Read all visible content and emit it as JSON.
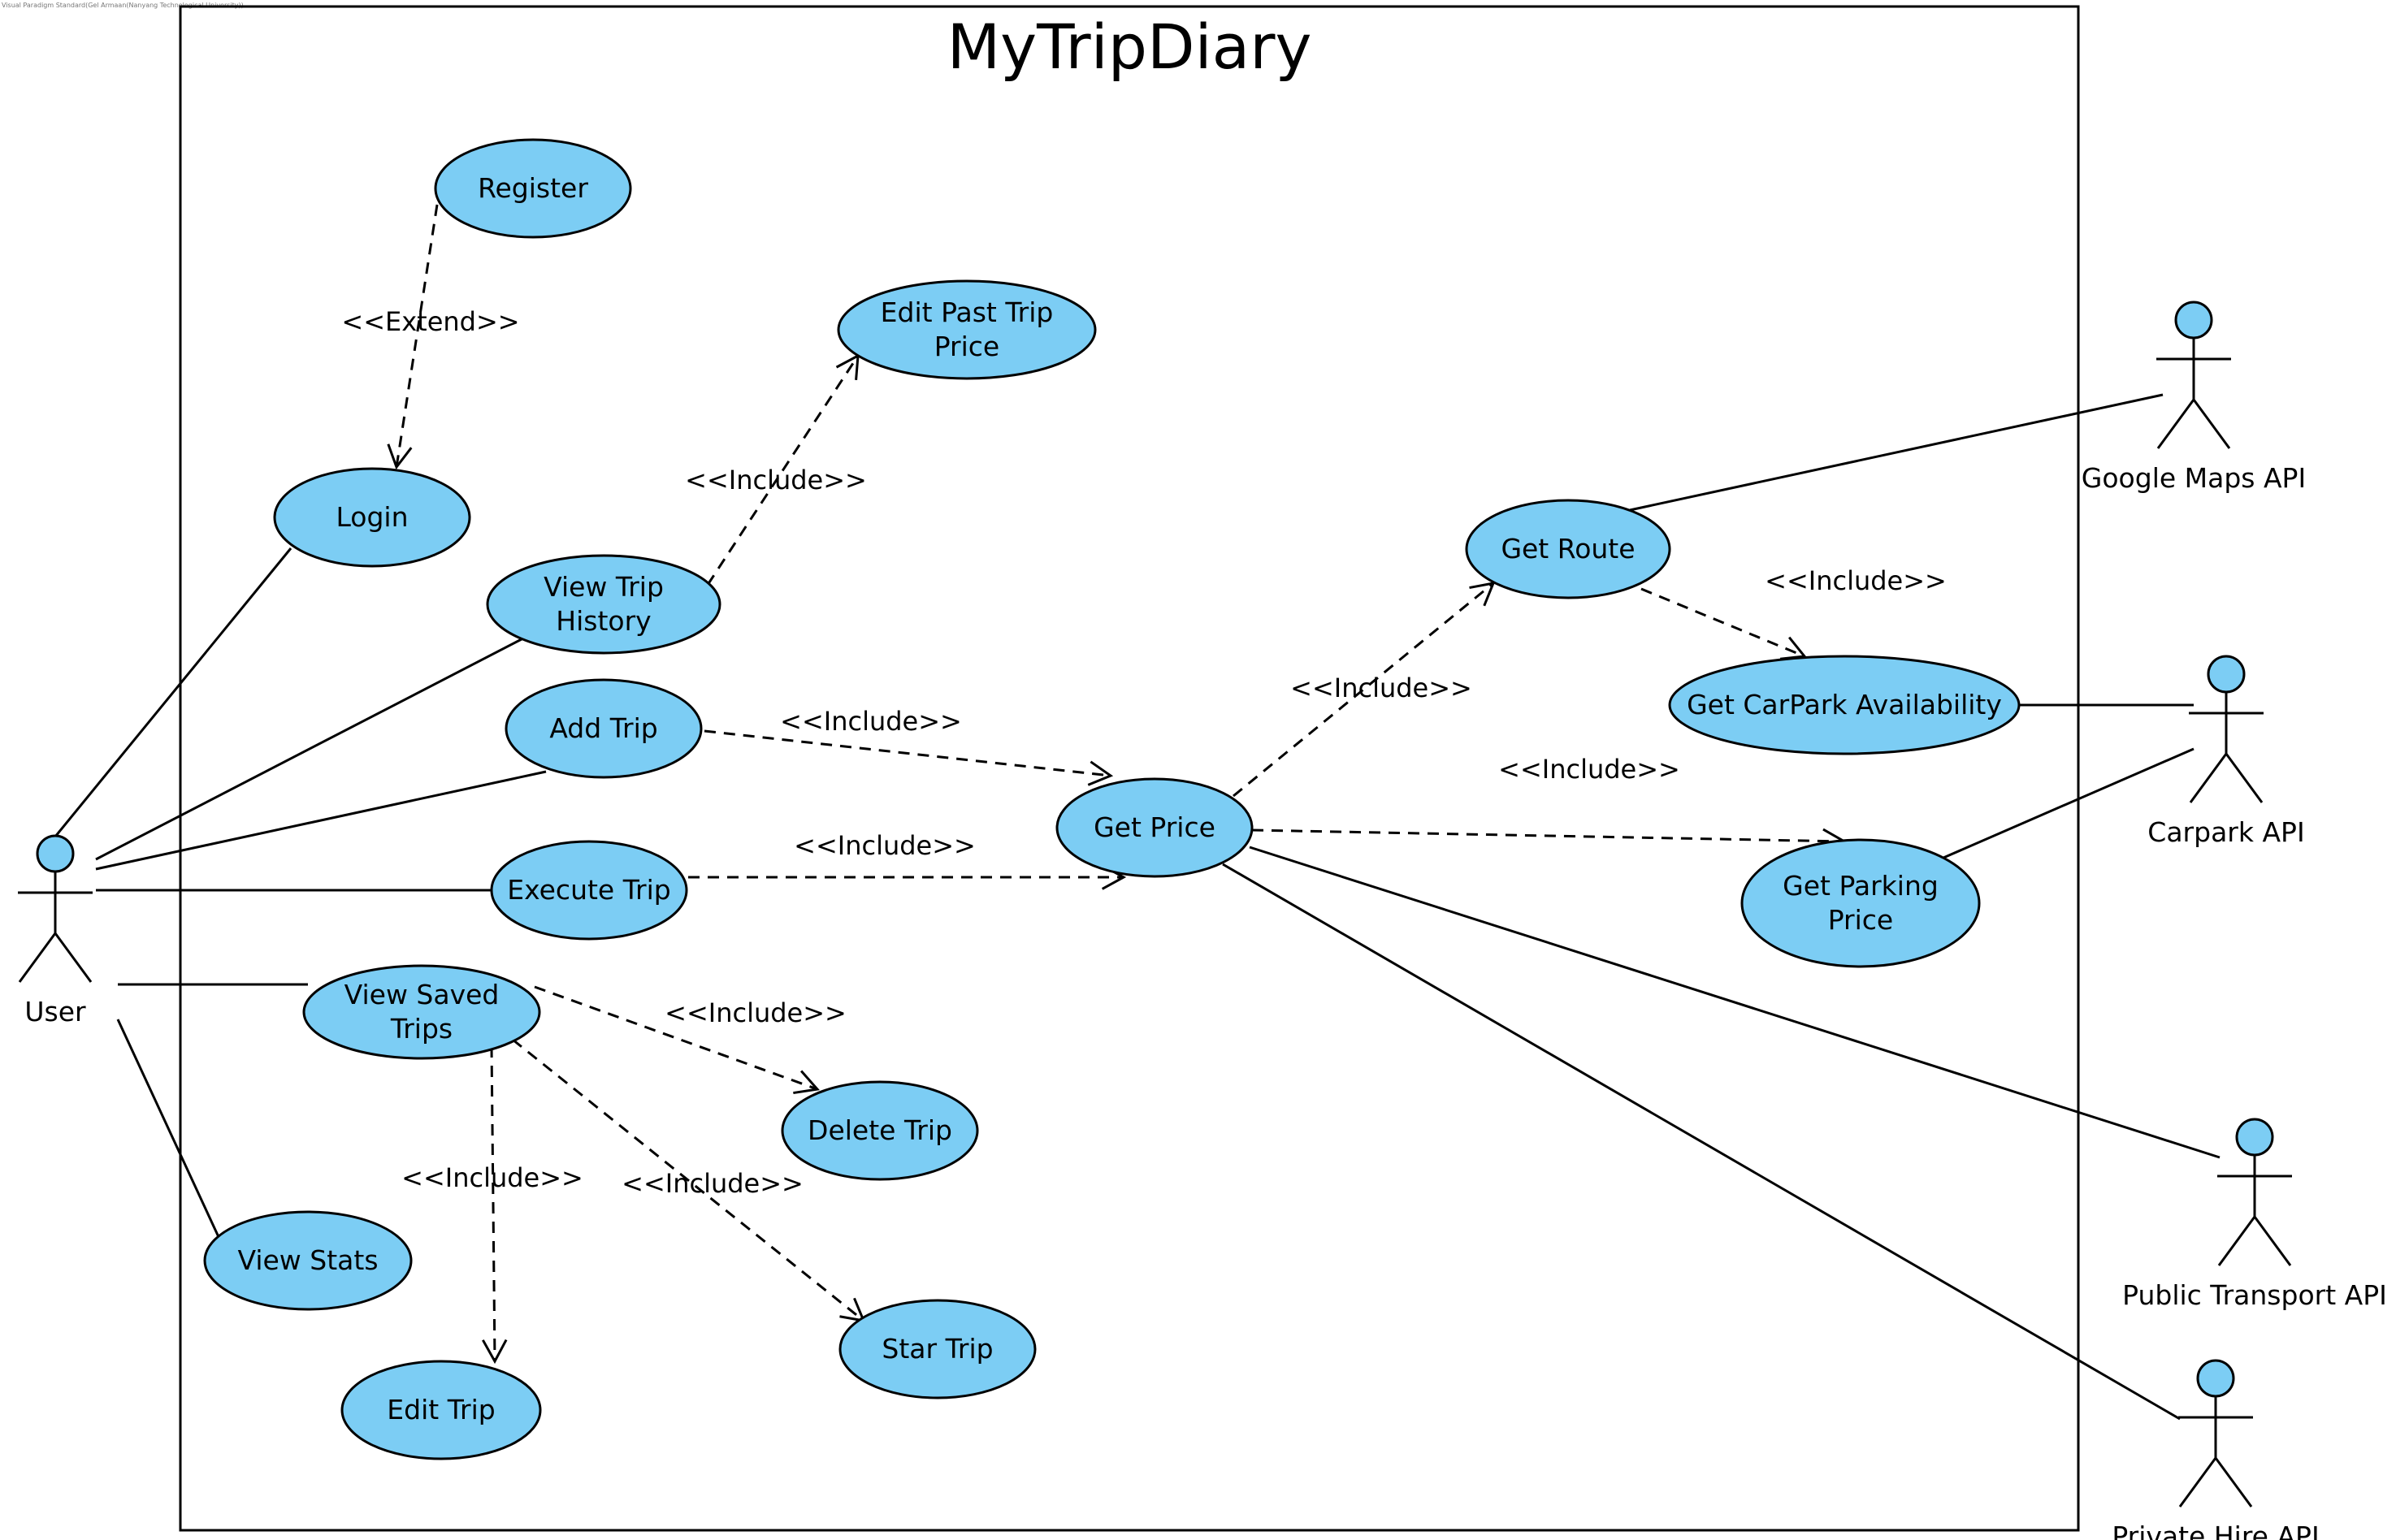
{
  "watermark": "Visual Paradigm Standard(Gel Armaan(Nanyang Technological University))",
  "system": {
    "title": "MyTripDiary"
  },
  "colors": {
    "usecase_fill": "#7ccdf4",
    "actor_head_fill": "#7ccdf4",
    "line": "#000000"
  },
  "use_cases": [
    {
      "id": "register",
      "lines": [
        "Register"
      ]
    },
    {
      "id": "edit_past_trip_price",
      "lines": [
        "Edit Past Trip",
        "Price"
      ]
    },
    {
      "id": "login",
      "lines": [
        "Login"
      ]
    },
    {
      "id": "view_trip_history",
      "lines": [
        "View Trip",
        "History"
      ]
    },
    {
      "id": "add_trip",
      "lines": [
        "Add Trip"
      ]
    },
    {
      "id": "execute_trip",
      "lines": [
        "Execute Trip"
      ]
    },
    {
      "id": "view_saved_trips",
      "lines": [
        "View Saved",
        "Trips"
      ]
    },
    {
      "id": "view_stats",
      "lines": [
        "View Stats"
      ]
    },
    {
      "id": "edit_trip",
      "lines": [
        "Edit Trip"
      ]
    },
    {
      "id": "delete_trip",
      "lines": [
        "Delete Trip"
      ]
    },
    {
      "id": "star_trip",
      "lines": [
        "Star Trip"
      ]
    },
    {
      "id": "get_price",
      "lines": [
        "Get Price"
      ]
    },
    {
      "id": "get_route",
      "lines": [
        "Get Route"
      ]
    },
    {
      "id": "get_carpark_availability",
      "lines": [
        "Get CarPark Availability"
      ]
    },
    {
      "id": "get_parking_price",
      "lines": [
        "Get Parking",
        "Price"
      ]
    }
  ],
  "actors": [
    {
      "id": "user",
      "name": "User"
    },
    {
      "id": "google_maps_api",
      "name": "Google Maps API"
    },
    {
      "id": "carpark_api",
      "name": "Carpark API"
    },
    {
      "id": "public_transport_api",
      "name": "Public Transport API"
    },
    {
      "id": "private_hire_api",
      "name": "Private Hire API"
    }
  ],
  "associations": [
    {
      "from": "user",
      "to": "login"
    },
    {
      "from": "user",
      "to": "view_trip_history"
    },
    {
      "from": "user",
      "to": "add_trip"
    },
    {
      "from": "user",
      "to": "execute_trip"
    },
    {
      "from": "user",
      "to": "view_saved_trips"
    },
    {
      "from": "user",
      "to": "view_stats"
    },
    {
      "from": "get_route",
      "to": "google_maps_api"
    },
    {
      "from": "get_carpark_availability",
      "to": "carpark_api"
    },
    {
      "from": "get_parking_price",
      "to": "carpark_api"
    },
    {
      "from": "get_price",
      "to": "public_transport_api"
    },
    {
      "from": "get_price",
      "to": "private_hire_api"
    }
  ],
  "dependencies": [
    {
      "from": "register",
      "to": "login",
      "label": "<<Extend>>"
    },
    {
      "from": "view_trip_history",
      "to": "edit_past_trip_price",
      "label": "<<Include>>"
    },
    {
      "from": "add_trip",
      "to": "get_price",
      "label": "<<Include>>"
    },
    {
      "from": "execute_trip",
      "to": "get_price",
      "label": "<<Include>>"
    },
    {
      "from": "get_price",
      "to": "get_route",
      "label": "<<Include>>"
    },
    {
      "from": "get_route",
      "to": "get_carpark_availability",
      "label": "<<Include>>"
    },
    {
      "from": "get_price",
      "to": "get_parking_price",
      "label": "<<Include>>"
    },
    {
      "from": "view_saved_trips",
      "to": "delete_trip",
      "label": "<<Include>>"
    },
    {
      "from": "view_saved_trips",
      "to": "edit_trip",
      "label": "<<Include>>"
    },
    {
      "from": "view_saved_trips",
      "to": "star_trip",
      "label": "<<Include>>"
    }
  ]
}
